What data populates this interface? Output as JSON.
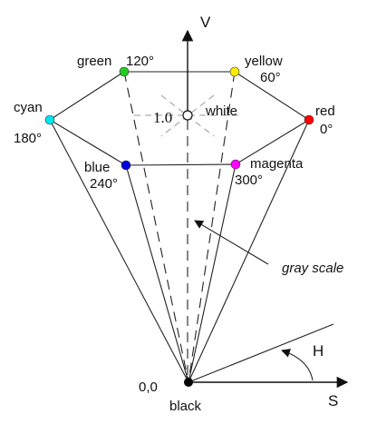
{
  "axes": {
    "v_label": "V",
    "s_label": "S",
    "h_label": "H"
  },
  "vertices": [
    {
      "id": "green",
      "name": "green",
      "angle": "120°",
      "color": "#22cc22"
    },
    {
      "id": "yellow",
      "name": "yellow",
      "angle": "60°",
      "color": "#ffee00"
    },
    {
      "id": "red",
      "name": "red",
      "angle": "0°",
      "color": "#ff0000"
    },
    {
      "id": "magenta",
      "name": "magenta",
      "angle": "300°",
      "color": "#ff00ff"
    },
    {
      "id": "blue",
      "name": "blue",
      "angle": "240°",
      "color": "#0000dd"
    },
    {
      "id": "cyan",
      "name": "cyan",
      "angle": "180°",
      "color": "#00e5ee"
    }
  ],
  "white": {
    "name": "white",
    "value": "1.0",
    "color": "#ffffff"
  },
  "black": {
    "name": "black",
    "origin": "0,0",
    "color": "#000000"
  },
  "gray_scale_label": "gray scale"
}
